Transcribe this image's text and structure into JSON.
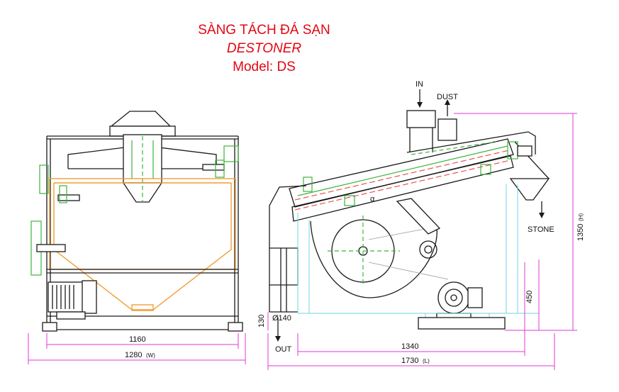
{
  "title": {
    "line1": "SÀNG TÁCH ĐÁ SẠN",
    "line2": "DESTONER",
    "line3": "Model: DS"
  },
  "labels": {
    "inlet": "IN",
    "dust": "DUST",
    "stone": "STONE",
    "out": "OUT",
    "angle": "α"
  },
  "dimensions": {
    "front_inner_width": "1160",
    "front_total_width": "1280",
    "front_total_width_suffix": "(W)",
    "side_base_length": "1340",
    "side_total_length": "1730",
    "side_total_length_suffix": "(L)",
    "total_height": "1350",
    "total_height_suffix": "(H)",
    "motor_height": "450",
    "outlet_height": "130",
    "outlet_diameter": "Ø140"
  },
  "colors": {
    "title": "#e30613",
    "outline": "#1a1a1a",
    "hopper": "#f39c35",
    "green_parts": "#3cb43c",
    "cyan_lines": "#6fd6e6",
    "dimension_lines": "#e23ad6",
    "sieve_dashed": "#e84545"
  }
}
